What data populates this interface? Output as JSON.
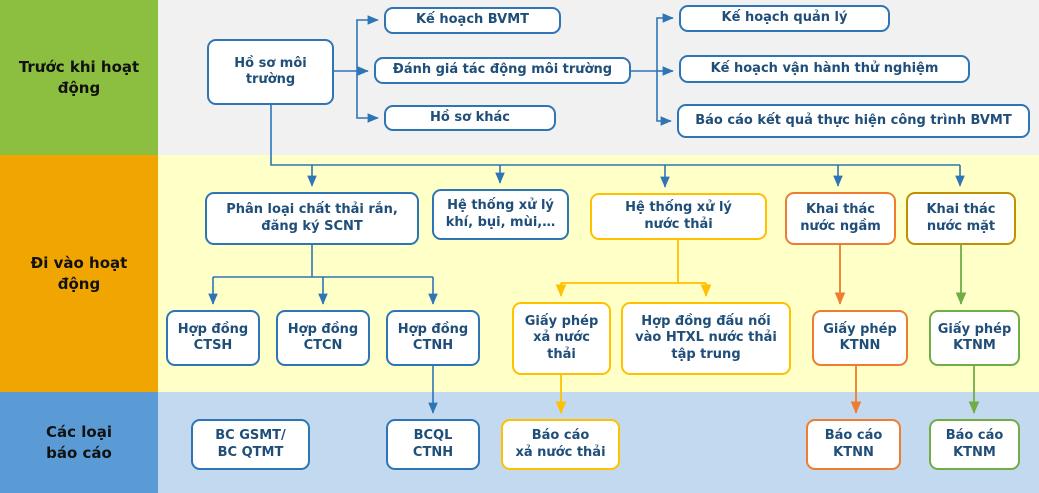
{
  "bands": {
    "before": {
      "label": "Trước khi hoạt\nđộng",
      "color": "#8CBE3F"
    },
    "during": {
      "label": "Đi vào hoạt động",
      "color": "#F0A500"
    },
    "reports": {
      "label": "Các loại\nbáo cáo",
      "color": "#5B9BD5"
    }
  },
  "nodes": {
    "ho_so_moi_truong": "Hồ sơ môi\ntrường",
    "ke_hoach_bvmt": "Kế hoạch BVMT",
    "danh_gia_tac_dong": "Đánh giá tác động môi trường",
    "ho_so_khac": "Hồ sơ khác",
    "ke_hoach_quan_ly": "Kế hoạch quản lý",
    "ke_hoach_van_hanh": "Kế hoạch vận hành thử nghiệm",
    "bao_cao_ket_qua": "Báo cáo kết quả thực hiện công trình BVMT",
    "phan_loai": "Phân loại chất thải rắn,\nđăng ký SCNT",
    "he_thong_khi": "Hệ thống xử lý\nkhí, bụi, mùi,…",
    "he_thong_nuoc_thai": "Hệ thống xử lý\nnước thải",
    "khai_thac_ngam": "Khai thác\nnước ngầm",
    "khai_thac_mat": "Khai thác\nnước mặt",
    "hd_ctsh": "Hợp đồng\nCTSH",
    "hd_ctcn": "Hợp đồng\nCTCN",
    "hd_ctnh": "Hợp đồng\nCTNH",
    "gp_xa_nuoc": "Giấy phép\nxả nước\nthải",
    "hd_dau_noi": "Hợp đồng đấu nối\nvào HTXL nước thải\ntập trung",
    "gp_ktnn": "Giấy phép\nKTNN",
    "gp_ktnm": "Giấy phép\nKTNM",
    "bc_gsmt": "BC GSMT/\nBC QTMT",
    "bcql_ctnh": "BCQL\nCTNH",
    "bc_xa_nuoc": "Báo cáo\nxả nước thải",
    "bc_ktnn": "Báo cáo\nKTNN",
    "bc_ktnm": "Báo cáo\nKTNM"
  },
  "colors": {
    "edge_blue": "#2E75B6",
    "edge_gold": "#FFC000",
    "edge_orange": "#ED7D31",
    "edge_green": "#70AD47",
    "border_dark_gold": "#BF9000",
    "node_text": "#1F4E79",
    "section_before_bg": "#F1F1F1",
    "section_during_bg": "#FFFFC8",
    "section_reports_bg": "#C3D9F0"
  },
  "edges": [
    {
      "from": "ho_so_moi_truong",
      "to": "ke_hoach_bvmt",
      "color": "blue"
    },
    {
      "from": "ho_so_moi_truong",
      "to": "danh_gia_tac_dong",
      "color": "blue"
    },
    {
      "from": "ho_so_moi_truong",
      "to": "ho_so_khac",
      "color": "blue"
    },
    {
      "from": "danh_gia_tac_dong",
      "to": "ke_hoach_quan_ly",
      "color": "blue"
    },
    {
      "from": "danh_gia_tac_dong",
      "to": "ke_hoach_van_hanh",
      "color": "blue"
    },
    {
      "from": "danh_gia_tac_dong",
      "to": "bao_cao_ket_qua",
      "color": "blue"
    },
    {
      "from": "ho_so_moi_truong",
      "to": "phan_loai",
      "color": "blue"
    },
    {
      "from": "ho_so_moi_truong",
      "to": "he_thong_khi",
      "color": "blue"
    },
    {
      "from": "ho_so_moi_truong",
      "to": "he_thong_nuoc_thai",
      "color": "blue"
    },
    {
      "from": "ho_so_moi_truong",
      "to": "khai_thac_ngam",
      "color": "blue"
    },
    {
      "from": "ho_so_moi_truong",
      "to": "khai_thac_mat",
      "color": "blue"
    },
    {
      "from": "phan_loai",
      "to": "hd_ctsh",
      "color": "blue"
    },
    {
      "from": "phan_loai",
      "to": "hd_ctcn",
      "color": "blue"
    },
    {
      "from": "phan_loai",
      "to": "hd_ctnh",
      "color": "blue"
    },
    {
      "from": "he_thong_nuoc_thai",
      "to": "gp_xa_nuoc",
      "color": "gold"
    },
    {
      "from": "he_thong_nuoc_thai",
      "to": "hd_dau_noi",
      "color": "gold"
    },
    {
      "from": "khai_thac_ngam",
      "to": "gp_ktnn",
      "color": "orange"
    },
    {
      "from": "khai_thac_mat",
      "to": "gp_ktnm",
      "color": "green"
    },
    {
      "from": "hd_ctnh",
      "to": "bcql_ctnh",
      "color": "blue"
    },
    {
      "from": "gp_xa_nuoc",
      "to": "bc_xa_nuoc",
      "color": "gold"
    },
    {
      "from": "gp_ktnn",
      "to": "bc_ktnn",
      "color": "orange"
    },
    {
      "from": "gp_ktnm",
      "to": "bc_ktnm",
      "color": "green"
    }
  ]
}
